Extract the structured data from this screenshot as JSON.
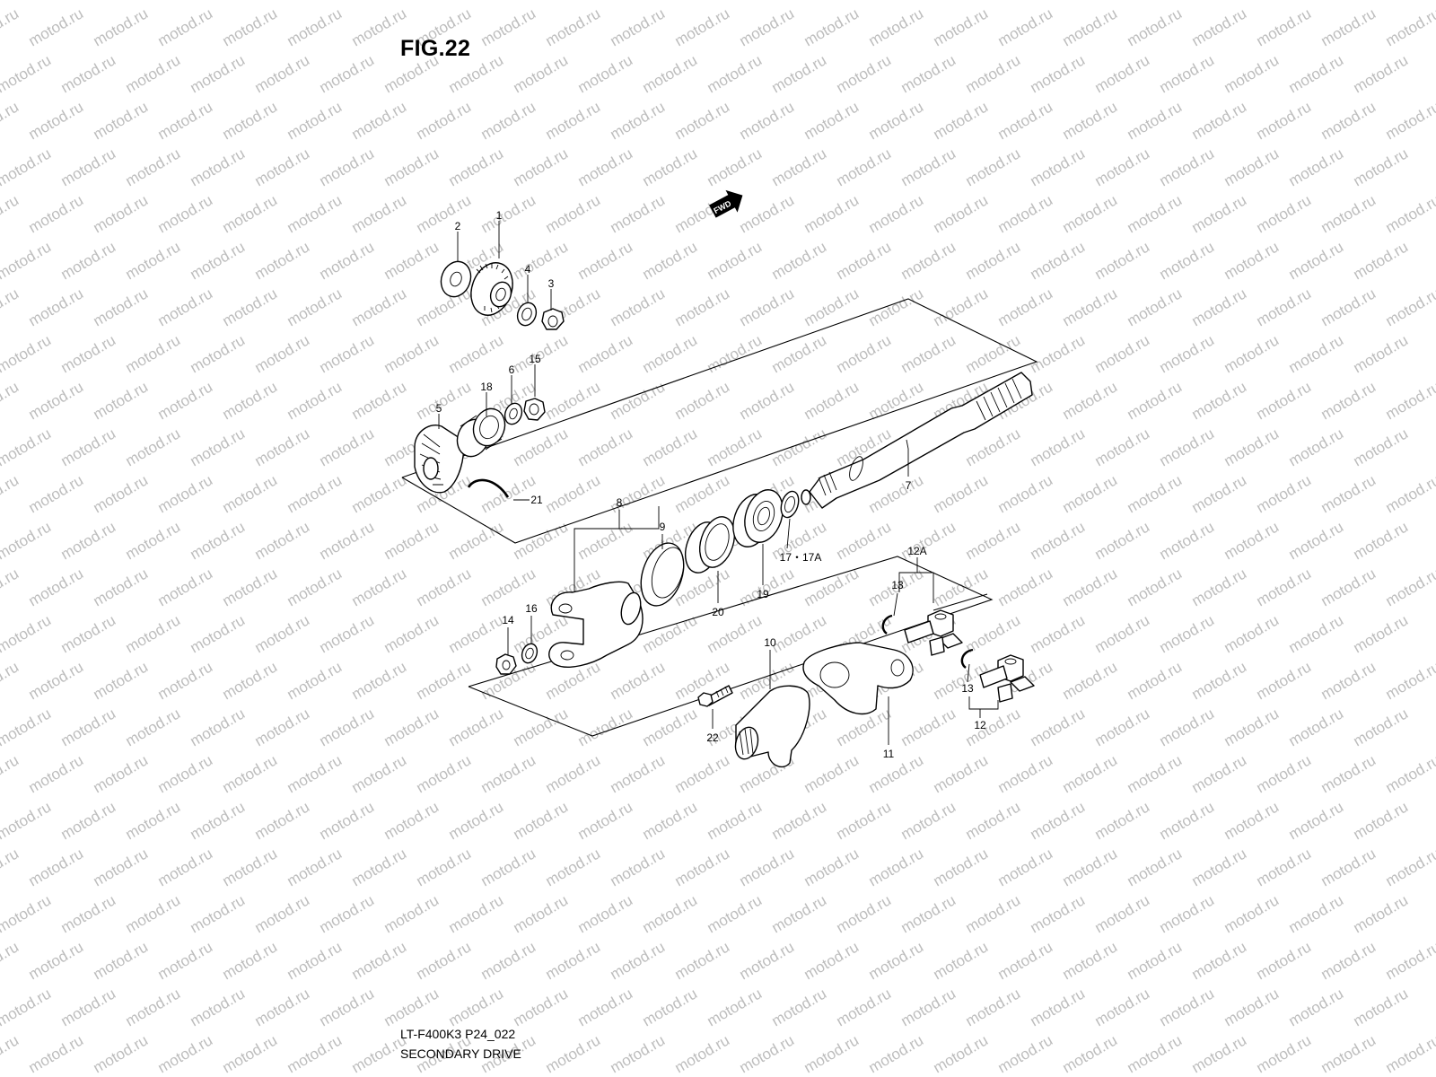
{
  "figure": {
    "title": "FIG.22",
    "model_code": "LT-F400K3 P24_022",
    "section_name": "SECONDARY DRIVE",
    "direction_badge": "FWD",
    "watermark": "motod.ru"
  },
  "callouts": [
    {
      "id": "c1",
      "label": "1"
    },
    {
      "id": "c2",
      "label": "2"
    },
    {
      "id": "c3",
      "label": "3"
    },
    {
      "id": "c4",
      "label": "4"
    },
    {
      "id": "c5",
      "label": "5"
    },
    {
      "id": "c6",
      "label": "6"
    },
    {
      "id": "c7",
      "label": "7"
    },
    {
      "id": "c8",
      "label": "8"
    },
    {
      "id": "c9",
      "label": "9"
    },
    {
      "id": "c10",
      "label": "10"
    },
    {
      "id": "c11",
      "label": "11"
    },
    {
      "id": "c12",
      "label": "12"
    },
    {
      "id": "c12a",
      "label": "12A"
    },
    {
      "id": "c13a",
      "label": "13"
    },
    {
      "id": "c13b",
      "label": "13"
    },
    {
      "id": "c14",
      "label": "14"
    },
    {
      "id": "c15",
      "label": "15"
    },
    {
      "id": "c16",
      "label": "16"
    },
    {
      "id": "c17",
      "label": "17・17A"
    },
    {
      "id": "c18",
      "label": "18"
    },
    {
      "id": "c19",
      "label": "19"
    },
    {
      "id": "c20",
      "label": "20"
    },
    {
      "id": "c21",
      "label": "21"
    },
    {
      "id": "c22",
      "label": "22"
    }
  ]
}
